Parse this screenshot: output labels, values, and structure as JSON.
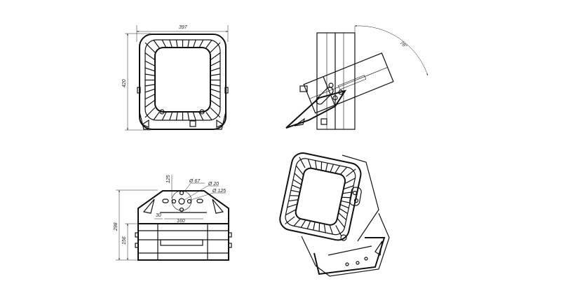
{
  "drawing": {
    "front_view": {
      "width_dim": "397",
      "height_dim": "420"
    },
    "side_view": {
      "angle_dim": "78°"
    },
    "bottom_view": {
      "total_height_dim": "298",
      "body_height_dim": "156",
      "hole_offset_dim": "125",
      "hole_dia_67": "Ø 67",
      "hole_dia_20": "Ø 20",
      "hole_dia_125": "Ø 125",
      "offset_dim": "30",
      "spacing_dim": "160"
    }
  },
  "colors": {
    "line": "#111111",
    "background": "#ffffff"
  }
}
